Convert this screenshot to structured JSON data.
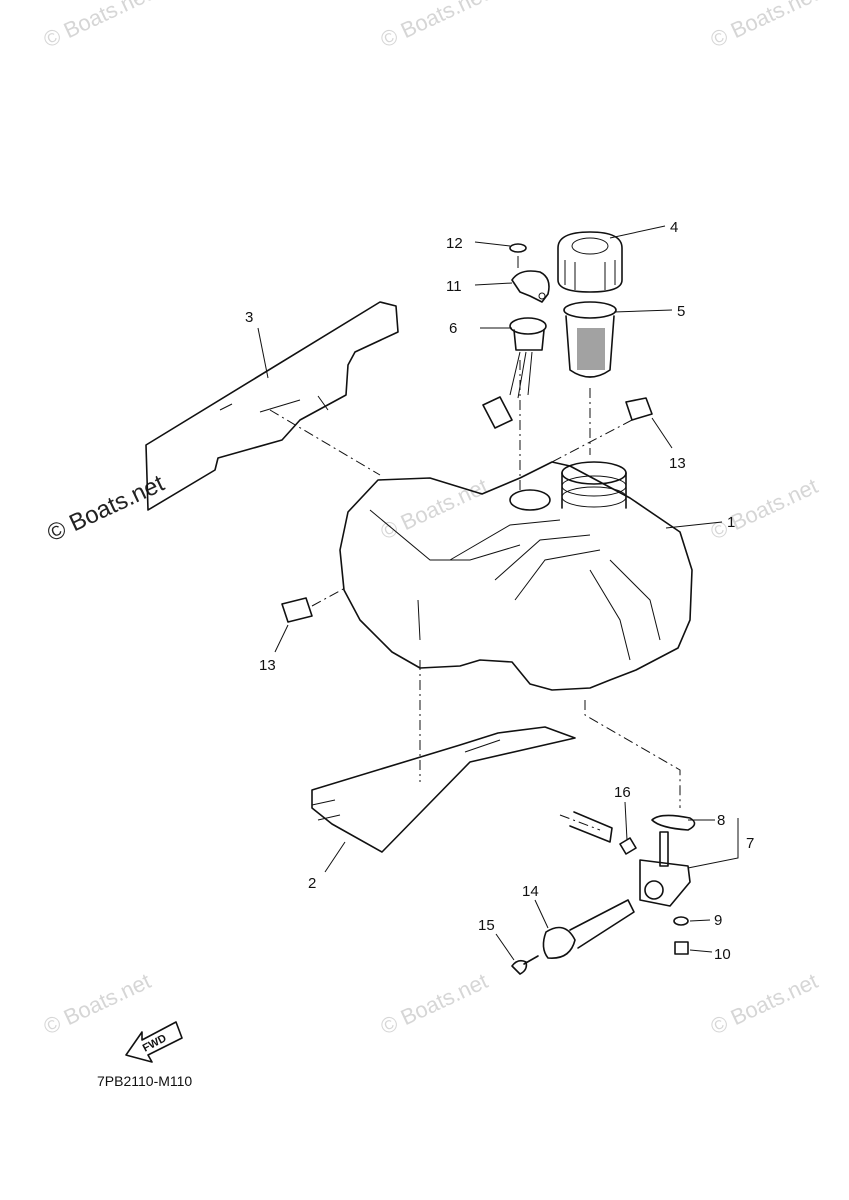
{
  "diagram": {
    "code": "7PB2110-M110",
    "fwd_label": "FWD",
    "callouts": [
      "1",
      "2",
      "3",
      "4",
      "5",
      "6",
      "7",
      "8",
      "9",
      "10",
      "11",
      "12",
      "13",
      "13",
      "14",
      "15",
      "16"
    ]
  },
  "watermarks": {
    "text": "© Boats.net",
    "main": "© Boats.net"
  },
  "colors": {
    "line": "#111111",
    "watermark": "#d6d6d6",
    "background": "#ffffff"
  }
}
